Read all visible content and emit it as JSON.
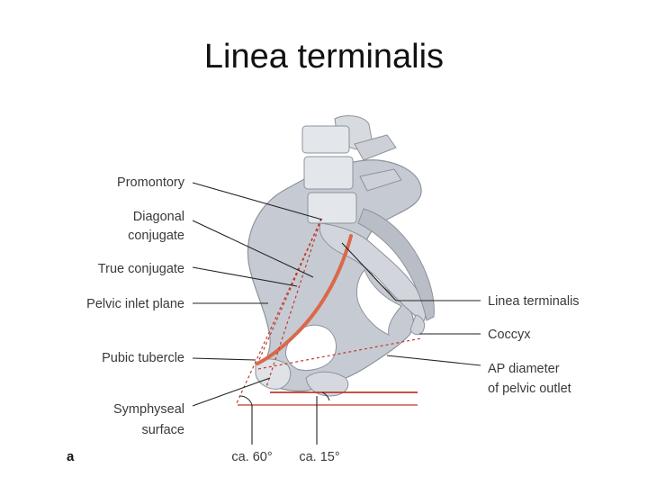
{
  "title": "Linea terminalis",
  "figure_letter": "a",
  "labels_left": {
    "promontory": "Promontory",
    "diagonal_conjugate_1": "Diagonal",
    "diagonal_conjugate_2": "conjugate",
    "true_conjugate": "True conjugate",
    "pelvic_inlet_plane": "Pelvic inlet plane",
    "pubic_tubercle": "Pubic tubercle",
    "symphyseal_surface_1": "Symphyseal",
    "symphyseal_surface_2": "surface"
  },
  "labels_right": {
    "linea_terminalis": "Linea terminalis",
    "coccyx": "Coccyx",
    "ap_diameter_1": "AP diameter",
    "ap_diameter_2": "of pelvic outlet"
  },
  "angles": {
    "angle_60": "ca. 60°",
    "angle_15": "ca. 15°"
  },
  "colors": {
    "bone": "#bfc4cc",
    "bone_dark": "#9aa0aa",
    "accent_red": "#c0392b",
    "linea_orange": "#d9694a",
    "leader_line": "#222222"
  }
}
